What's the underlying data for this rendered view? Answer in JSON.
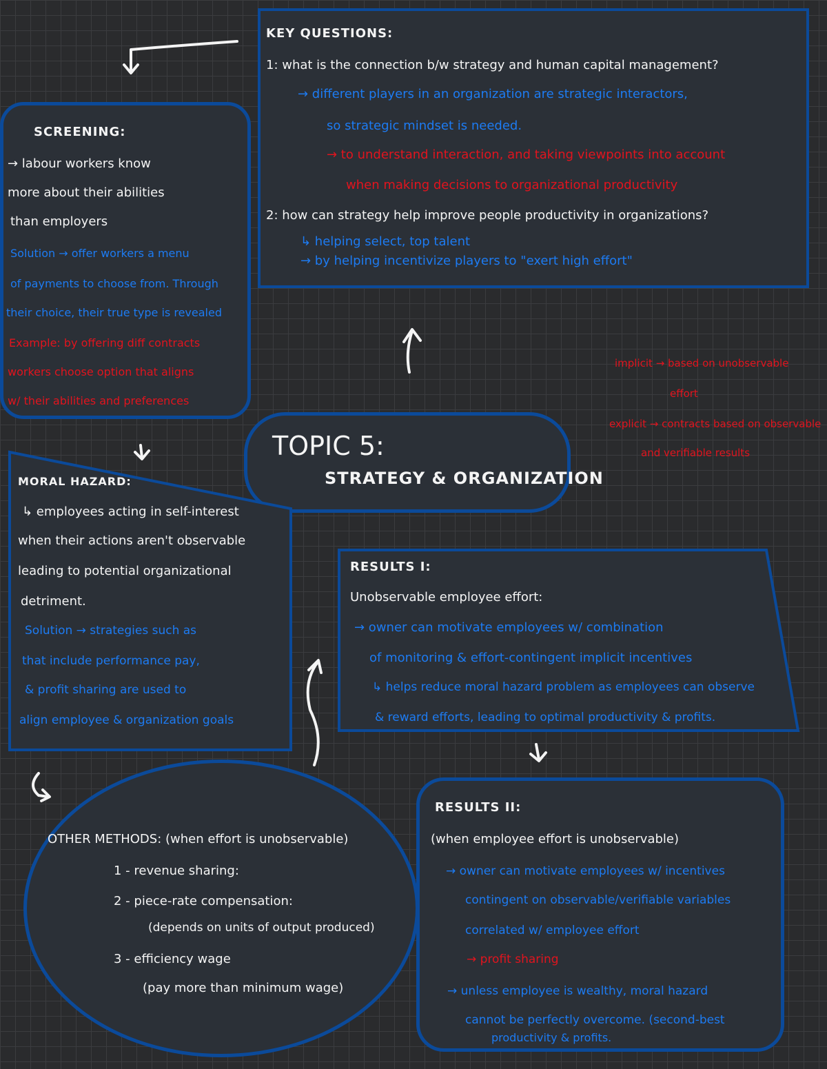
{
  "key_questions": {
    "heading": "KEY QUESTIONS:",
    "q1": "1: what is the connection b/w strategy and human capital management?",
    "q1_a1": "→ different players in an organization are strategic interactors,",
    "q1_a2": "so strategic mindset is needed.",
    "q1_a3": "→ to understand interaction, and taking viewpoints into account",
    "q1_a4": "when making decisions to organizational productivity",
    "q2": "2: how can strategy help improve people productivity in organizations?",
    "q2_a1": "↳ helping select, top talent",
    "q2_a2": "→ by helping incentivize players to \"exert high effort\""
  },
  "screening": {
    "heading": "SCREENING:",
    "l1": "→ labour workers know",
    "l2": "more about their abilities",
    "l3": "than employers",
    "l4": "Solution → offer workers a menu",
    "l5": "of payments to choose from. Through",
    "l6": "their choice, their true type is revealed",
    "l7": "Example: by offering diff contracts",
    "l8": "workers choose option that aligns",
    "l9": "w/ their abilities and preferences"
  },
  "topic": {
    "title": "TOPIC 5:",
    "subtitle": "STRATEGY & ORGANIZATION"
  },
  "side_notes": {
    "l1": "implicit → based on unobservable",
    "l2": "effort",
    "l3": "explicit → contracts based on observable",
    "l4": "and verifiable results"
  },
  "moral_hazard": {
    "heading": "MORAL HAZARD:",
    "l1": "↳ employees acting in self-interest",
    "l2": "when their actions aren't observable",
    "l3": "leading to potential organizational",
    "l4": "detriment.",
    "l5": "Solution → strategies such as",
    "l6": "that include performance pay,",
    "l7": "& profit sharing are used to",
    "l8": "align employee & organization goals"
  },
  "results_1": {
    "heading": "RESULTS I:",
    "l1": "Unobservable employee effort:",
    "l2": "→ owner can motivate employees w/ combination",
    "l3": "of monitoring & effort-contingent implicit incentives",
    "l4": "↳ helps reduce moral hazard problem as employees can observe",
    "l5": "& reward efforts, leading to optimal productivity & profits."
  },
  "other_methods": {
    "heading": "OTHER METHODS: (when effort is unobservable)",
    "l1": "1 - revenue sharing:",
    "l2": "2 - piece-rate compensation:",
    "l3": "(depends on units of output produced)",
    "l4": "3 - efficiency wage",
    "l5": "(pay more than minimum wage)"
  },
  "results_2": {
    "heading": "RESULTS II:",
    "l1": "(when employee effort is unobservable)",
    "l2": "→ owner can motivate employees w/ incentives",
    "l3": "contingent on observable/verifiable variables",
    "l4": "correlated w/ employee effort",
    "l5": "→ profit sharing",
    "l6": "→ unless employee is wealthy, moral hazard",
    "l7": "cannot be perfectly overcome. (second-best",
    "l8": "productivity & profits."
  },
  "colors": {
    "background": "#2a2b2d",
    "grid": "#3b3c3f",
    "box_border": "#0b4a9a",
    "box_fill": "#2b3037",
    "white_ink": "#f4f4f4",
    "blue_ink": "#1d7bf2",
    "red_ink": "#e1141e"
  }
}
